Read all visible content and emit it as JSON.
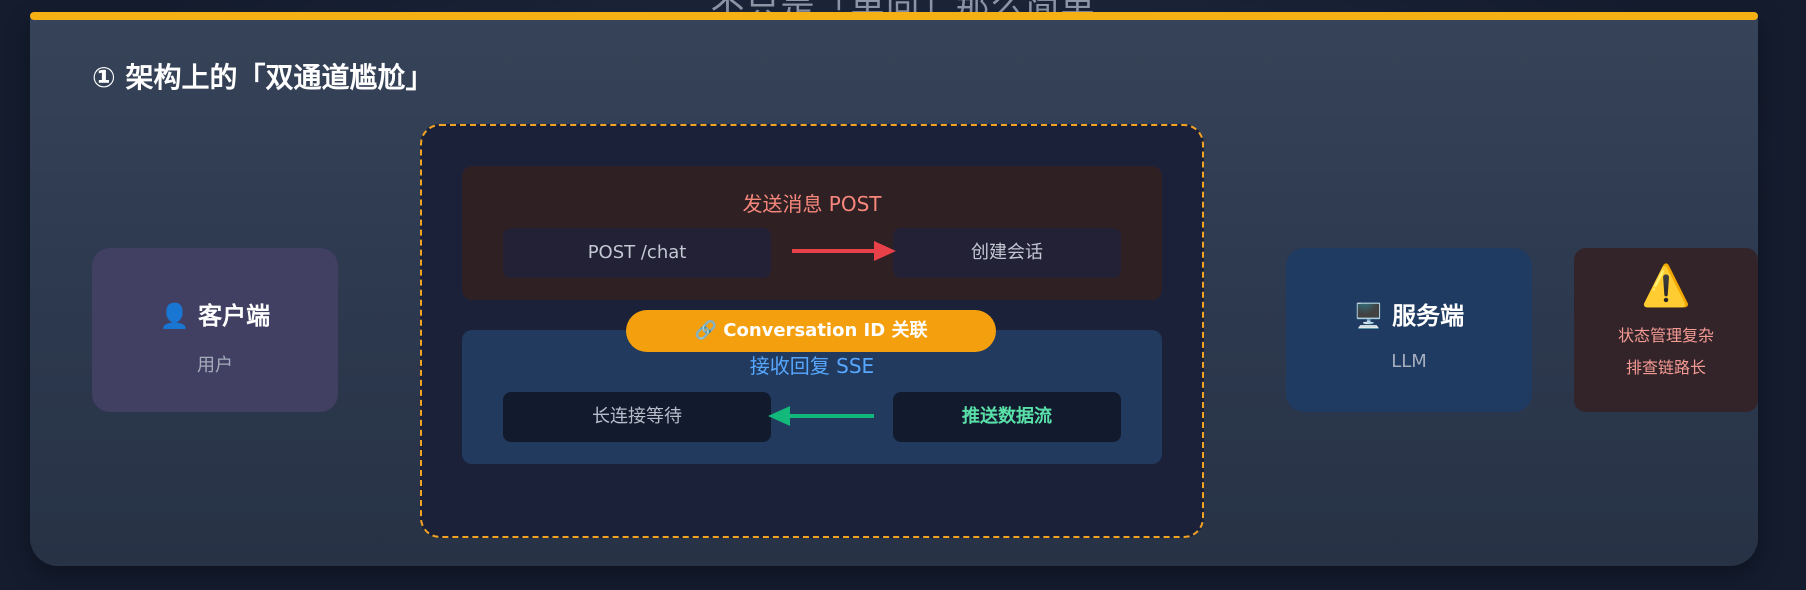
{
  "page": {
    "ghost_title": "不只是「单向」那么简单",
    "section_title": "① 架构上的「双通道尴尬」"
  },
  "client": {
    "icon": "person-icon",
    "glyph": "👤",
    "label": "客户端",
    "sub": "用户"
  },
  "server": {
    "icon": "desktop-computer-icon",
    "glyph": "🖥️",
    "label": "服务端",
    "sub": "LLM"
  },
  "warning": {
    "icon": "warning-icon",
    "glyph": "⚠️",
    "lines": [
      "状态管理复杂",
      "排查链路长"
    ]
  },
  "post_channel": {
    "title": "发送消息 POST",
    "left_box": "POST /chat",
    "right_box": "创建会话"
  },
  "link_pill": {
    "icon": "link-icon",
    "glyph": "🔗",
    "text": "Conversation ID 关联"
  },
  "sse_channel": {
    "title": "接收回复 SSE",
    "left_box": "长连接等待",
    "right_box": "推送数据流"
  },
  "colors": {
    "accent": "#f5b014",
    "post_arrow": "#e8414a",
    "sse_arrow": "#12b97a",
    "pill": "#f49f0e"
  }
}
